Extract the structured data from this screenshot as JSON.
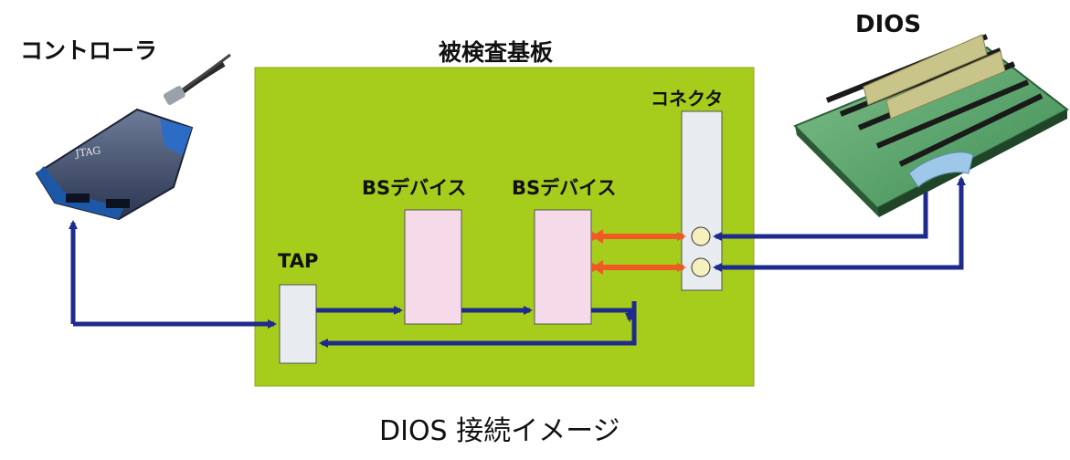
{
  "labels": {
    "controller": "コントローラ",
    "board": "被検査基板",
    "dios_top": "DIOS",
    "connector": "コネクタ",
    "bs_device_1": "BSデバイス",
    "bs_device_2": "BSデバイス",
    "tap": "TAP",
    "jtag_brand": "JTAG",
    "caption": "DIOS 接続イメージ"
  },
  "colors": {
    "board": "#a6cc1c",
    "bs_device": "#f5dbe9",
    "tap": "#e8ebf0",
    "connector_strip": "#e8ebf0",
    "blue_arrow": "#1e2a8c",
    "orange_arrow": "#ef5a24",
    "connector_pin": "#f6f0be"
  }
}
